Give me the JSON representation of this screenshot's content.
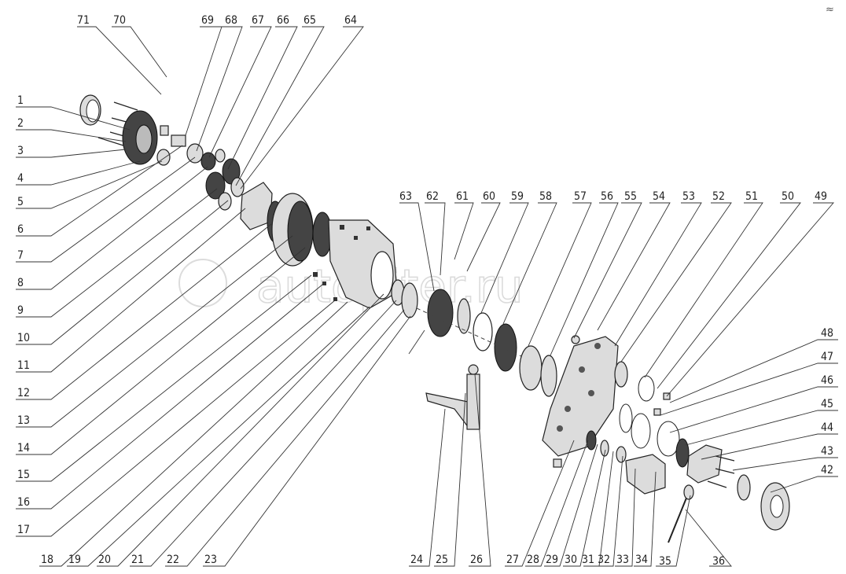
{
  "watermark": "autopiter.ru",
  "corner_mark": "≈",
  "top_labels": [
    "71",
    "70",
    "69",
    "68",
    "67",
    "66",
    "65",
    "64",
    "63",
    "62",
    "61",
    "60",
    "59",
    "58",
    "57",
    "56",
    "55",
    "54",
    "53",
    "52",
    "51",
    "50",
    "49"
  ],
  "left_labels": [
    "1",
    "2",
    "3",
    "4",
    "5",
    "6",
    "7",
    "8",
    "9",
    "10",
    "11",
    "12",
    "13",
    "14",
    "15",
    "16",
    "17"
  ],
  "bottom_labels": [
    "18",
    "19",
    "20",
    "21",
    "22",
    "23",
    "24",
    "25",
    "26",
    "27",
    "28",
    "29",
    "30",
    "31",
    "32",
    "33",
    "34",
    "35",
    "36"
  ],
  "right_labels": [
    "48",
    "47",
    "46",
    "45",
    "44",
    "43",
    "42"
  ]
}
